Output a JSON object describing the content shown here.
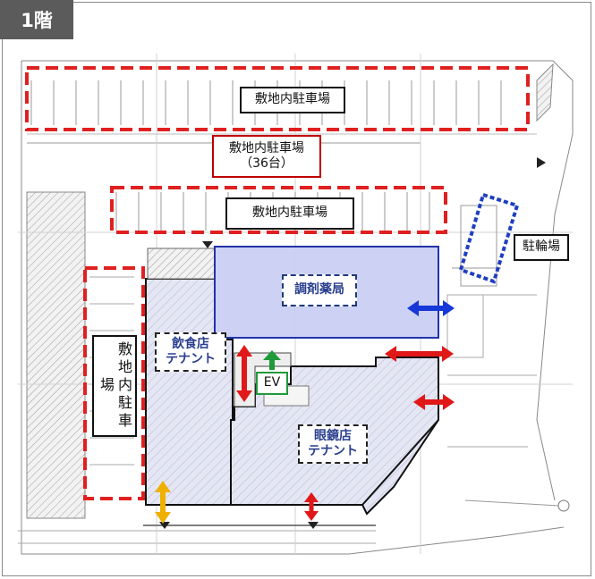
{
  "floor_label": "1階",
  "labels": {
    "parking_top": "敷地内駐車場",
    "parking_mid_line1": "敷地内駐車場",
    "parking_mid_line2": "（36台）",
    "parking_inner": "敷地内駐車場",
    "parking_left": "敷地内駐車場",
    "bicycle_parking": "駐輪場",
    "pharmacy": "調剤薬局",
    "restaurant_line1": "飲食店",
    "restaurant_line2": "テナント",
    "optician_line1": "眼鏡店",
    "optician_line2": "テナント",
    "elevator": "EV"
  },
  "colors": {
    "parking_outline": "#e02020",
    "pharmacy_fill": "#c9cdf2",
    "pharmacy_outline": "#2233aa",
    "bicycle_outline": "#1f3fc0",
    "entrance_arrow_red": "#e01818",
    "entrance_arrow_blue": "#1638d8",
    "elevator_arrow": "#1f9a3a",
    "staff_arrow": "#f0b000",
    "tenant_hatch": "#d9dcef"
  }
}
